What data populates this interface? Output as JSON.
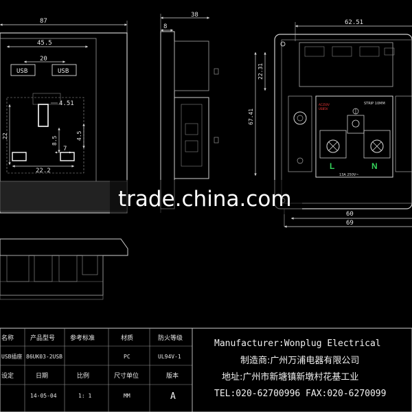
{
  "front_view": {
    "width": "87",
    "usb_span": "45.5",
    "usb_gap": "20",
    "usb_left": "USB",
    "usb_right": "USB",
    "pin_width": "4.51",
    "pin_height": "22",
    "pin_offset": "8.5",
    "pin_offset2": "4.5",
    "pin_gap": "7",
    "pin_span": "22.2"
  },
  "side_view": {
    "depth": "38",
    "plate": "8"
  },
  "rear_view": {
    "width": "62.51",
    "height": "67.41",
    "top_offset": "22.31",
    "inner_width": "60",
    "outer_width": "69",
    "rating": "13A 250V~",
    "live": "L",
    "neutral": "N",
    "warning_red_1": "AC250V",
    "warning_red_2": "USB5V",
    "strip_label": "STRIP 10MM"
  },
  "watermark": "trade.china.com",
  "title_block": {
    "headers": [
      "名称",
      "产品型号",
      "参考标准",
      "材质",
      "防火等级"
    ],
    "row1": [
      "USB插座",
      "86UK03-2USB",
      "",
      "PC",
      "UL94V-1"
    ],
    "headers2": [
      "设定",
      "日期",
      "比例",
      "尺寸单位",
      "版本"
    ],
    "row2": [
      "",
      "14-05-04",
      "1: 1",
      "MM",
      "A"
    ],
    "manufacturer": "Manufacturer:Wonplug Electrical",
    "maker_cn": "制造商:广州万浦电器有限公司",
    "address": "地址:广州市新塘镇新墩村花基工业",
    "tel": "TEL:020-62700996 FAX:020-6270099"
  }
}
